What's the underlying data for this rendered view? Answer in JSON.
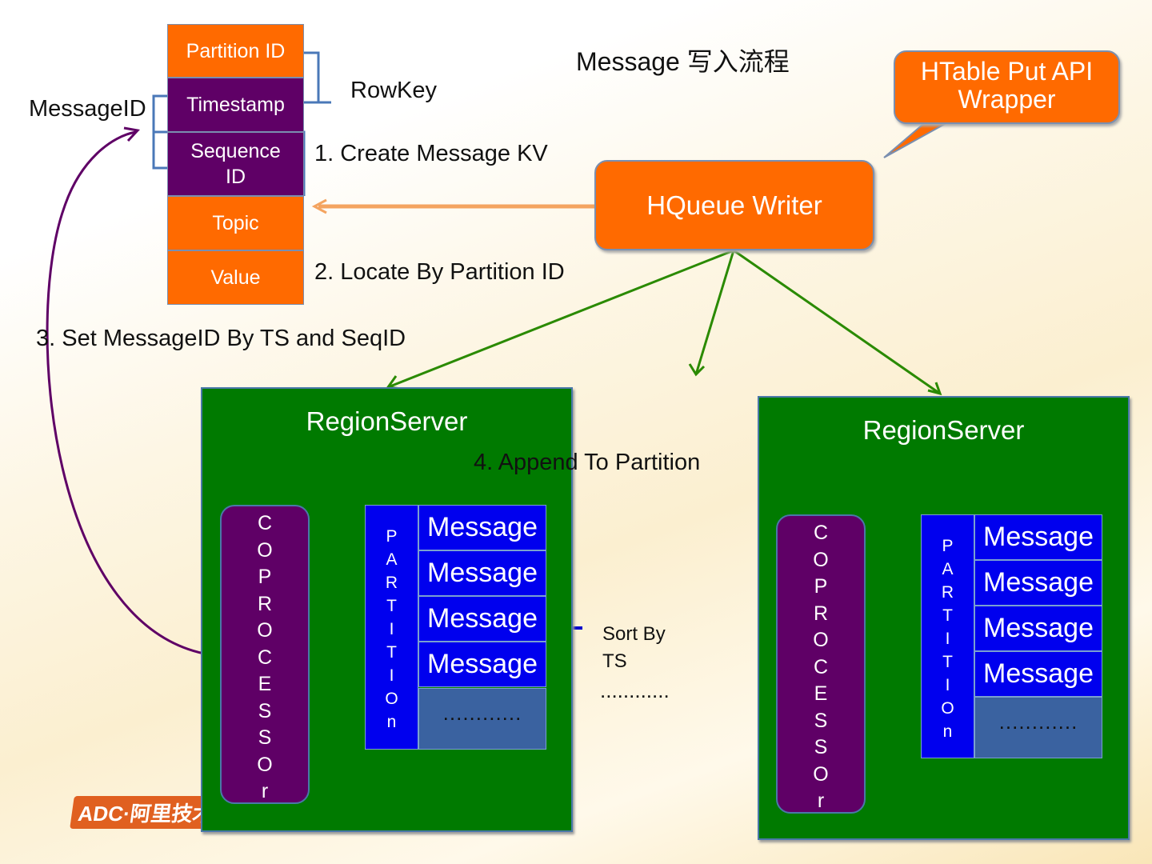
{
  "title": "Message 写入流程",
  "fields": [
    "Partition ID",
    "Timestamp",
    "Sequence ID",
    "Topic",
    "Value"
  ],
  "labels": {
    "rowkey": "RowKey",
    "messageid": "MessageID",
    "step1": "1. Create Message KV",
    "step2": "2. Locate By Partition ID",
    "step3": "3. Set MessageID By TS and SeqID",
    "step4": "4. Append To Partition",
    "sort": "Sort By TS",
    "ellipsis": "…………"
  },
  "callout": "HTable Put API Wrapper",
  "writer": "HQueue Writer",
  "region_server": "RegionServer",
  "coprocessor": [
    "C",
    "O",
    "P",
    "R",
    "O",
    "C",
    "E",
    "S",
    "S",
    "O",
    "r"
  ],
  "partition": [
    "P",
    "A",
    "R",
    "T",
    "I",
    "T",
    "I",
    "O",
    "n"
  ],
  "message": "Message",
  "dots": "............",
  "logo": "ADC·阿里技术",
  "colors": {
    "orange": "#ff6a00",
    "purple": "#5f0066",
    "green": "#007a00",
    "blue": "#0000ee"
  }
}
